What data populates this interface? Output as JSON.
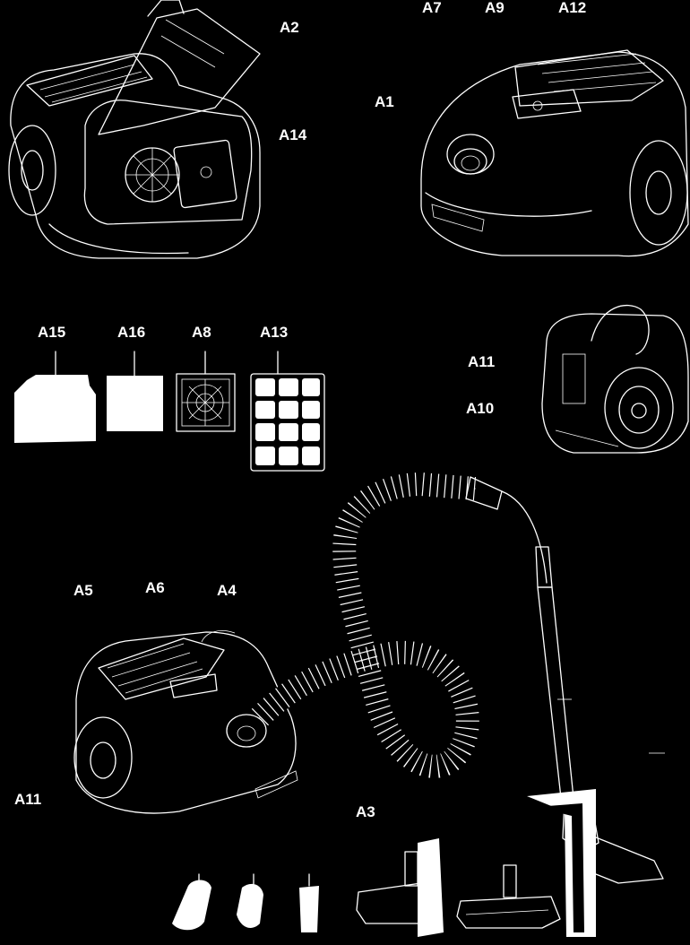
{
  "labels": {
    "a1": "A1",
    "a2": "A2",
    "a3": "A3",
    "a4": "A4",
    "a5": "A5",
    "a6": "A6",
    "a7": "A7",
    "a8": "A8",
    "a9": "A9",
    "a10": "A10",
    "a11_top": "A11",
    "a11_bottom": "A11",
    "a12": "A12",
    "a13": "A13",
    "a14": "A14",
    "a15": "A15",
    "a16": "A16"
  }
}
